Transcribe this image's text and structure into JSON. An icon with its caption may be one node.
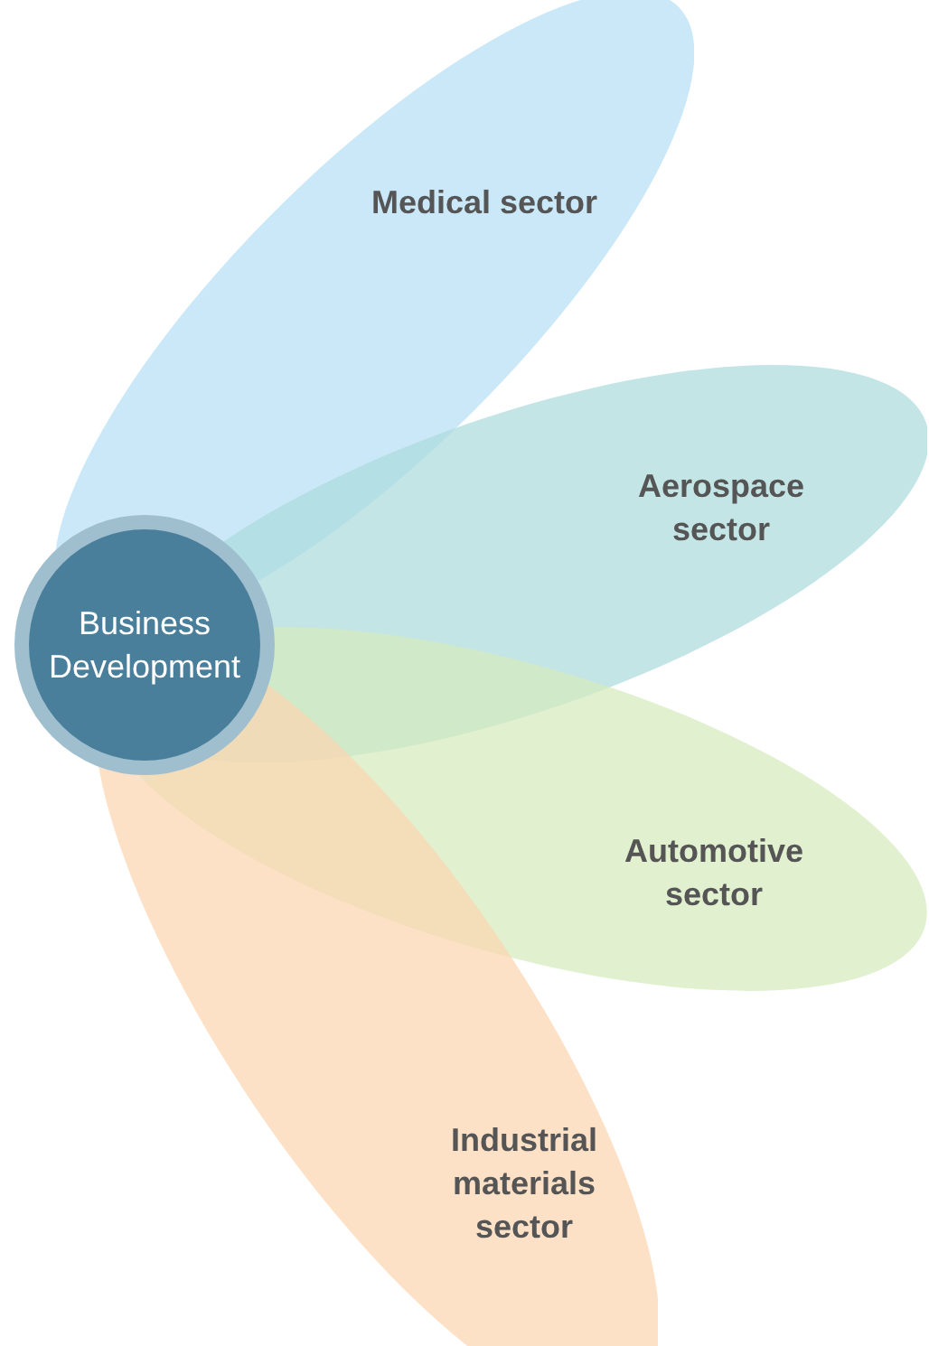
{
  "diagram": {
    "nodes": [
      {
        "text": [
          "Business Development"
        ]
      },
      {
        "text": [
          "Medical sector"
        ]
      },
      {
        "text": [
          "Aerospace sector"
        ]
      },
      {
        "text": [
          "Automotive sector"
        ]
      },
      {
        "text": [
          "Industrial materials sector"
        ]
      }
    ]
  }
}
